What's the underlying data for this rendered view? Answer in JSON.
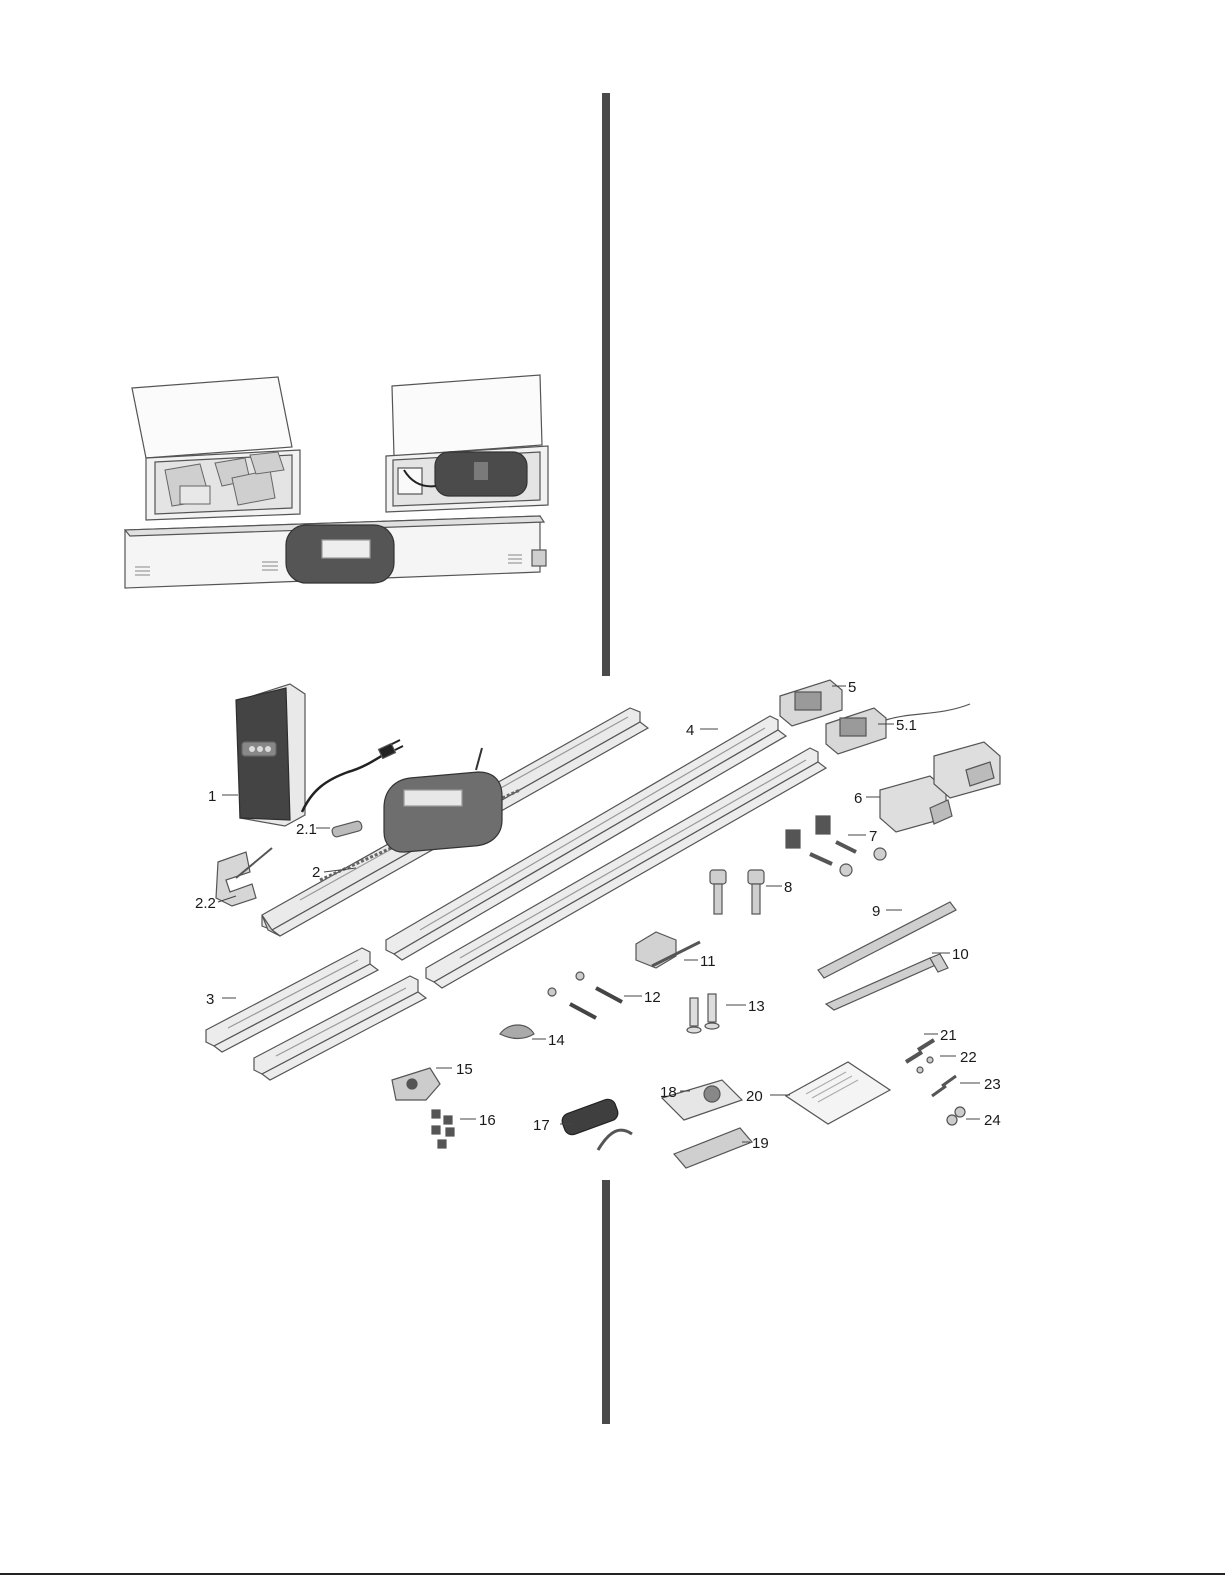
{
  "parts": [
    {
      "id": "1",
      "label": "1"
    },
    {
      "id": "2",
      "label": "2"
    },
    {
      "id": "2.1",
      "label": "2.1"
    },
    {
      "id": "2.2",
      "label": "2.2"
    },
    {
      "id": "3",
      "label": "3"
    },
    {
      "id": "4",
      "label": "4"
    },
    {
      "id": "5",
      "label": "5"
    },
    {
      "id": "5.1",
      "label": "5.1"
    },
    {
      "id": "6",
      "label": "6"
    },
    {
      "id": "7",
      "label": "7"
    },
    {
      "id": "8",
      "label": "8"
    },
    {
      "id": "9",
      "label": "9"
    },
    {
      "id": "10",
      "label": "10"
    },
    {
      "id": "11",
      "label": "11"
    },
    {
      "id": "12",
      "label": "12"
    },
    {
      "id": "13",
      "label": "13"
    },
    {
      "id": "14",
      "label": "14"
    },
    {
      "id": "15",
      "label": "15"
    },
    {
      "id": "16",
      "label": "16"
    },
    {
      "id": "17",
      "label": "17"
    },
    {
      "id": "18",
      "label": "18"
    },
    {
      "id": "19",
      "label": "19"
    },
    {
      "id": "20",
      "label": "20"
    },
    {
      "id": "21",
      "label": "21"
    },
    {
      "id": "22",
      "label": "22"
    },
    {
      "id": "23",
      "label": "23"
    },
    {
      "id": "24",
      "label": "24"
    }
  ]
}
